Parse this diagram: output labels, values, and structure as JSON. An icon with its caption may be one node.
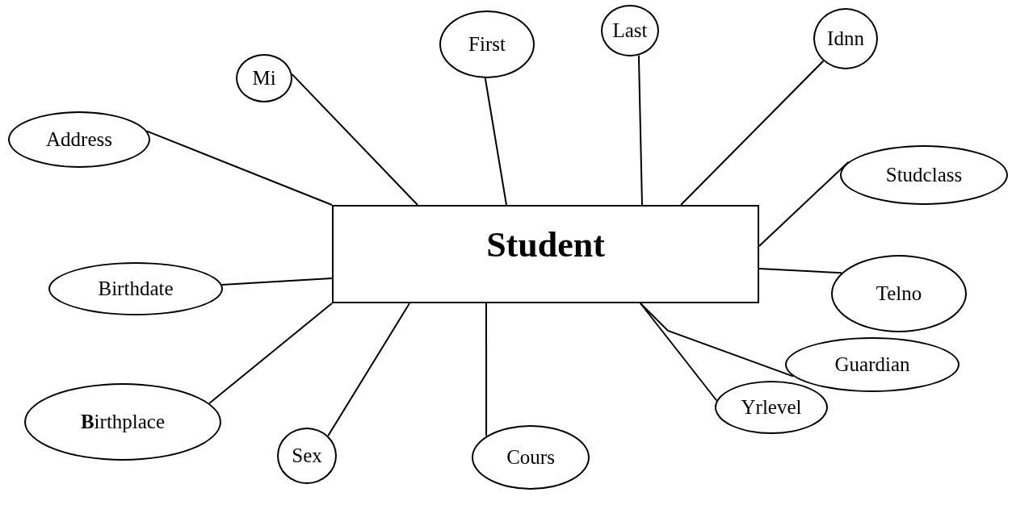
{
  "diagram": {
    "nodes": [
      {
        "text": [
          "Mi"
        ]
      },
      {
        "text": [
          "First"
        ]
      },
      {
        "text": [
          "Last"
        ]
      },
      {
        "text": [
          "Idnn"
        ]
      },
      {
        "text": [
          "Address"
        ]
      },
      {
        "text": [
          "Studclass"
        ]
      },
      {
        "text": [
          "Student"
        ]
      },
      {
        "text": [
          "Birthdate"
        ]
      },
      {
        "text": [
          "Telno"
        ]
      },
      {
        "text": [
          "Guardian"
        ]
      },
      {
        "text": [
          "Yrlevel"
        ]
      },
      {
        "text": [
          "**B**irthplace"
        ]
      },
      {
        "text": [
          "Sex"
        ]
      },
      {
        "text": [
          "Cours"
        ]
      }
    ],
    "edges": [
      {
        "from": 0,
        "to": 6,
        "arrow": "none"
      },
      {
        "from": 1,
        "to": 6,
        "arrow": "none"
      },
      {
        "from": 2,
        "to": 6,
        "arrow": "none"
      },
      {
        "from": 3,
        "to": 6,
        "arrow": "none"
      },
      {
        "from": 4,
        "to": 6,
        "arrow": "none"
      },
      {
        "from": 5,
        "to": 6,
        "arrow": "none"
      },
      {
        "from": 7,
        "to": 6,
        "arrow": "none"
      },
      {
        "from": 8,
        "to": 6,
        "arrow": "none"
      },
      {
        "from": 9,
        "to": 6,
        "arrow": "none"
      },
      {
        "from": 10,
        "to": 6,
        "arrow": "none"
      },
      {
        "from": 11,
        "to": 6,
        "arrow": "none"
      },
      {
        "from": 12,
        "to": 6,
        "arrow": "none"
      },
      {
        "from": 13,
        "to": 6,
        "arrow": "none"
      }
    ]
  }
}
